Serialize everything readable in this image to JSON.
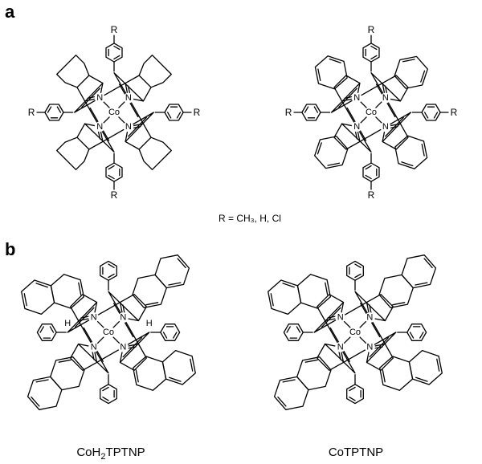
{
  "figure": {
    "panels": [
      {
        "letter": "a"
      },
      {
        "letter": "b"
      }
    ],
    "substituent_definition": "R = CH₃, H, Cl",
    "atoms": {
      "cobalt": "Co",
      "nitrogen": "N",
      "hydrogen": "H",
      "substituent": "R"
    },
    "captions": {
      "left": {
        "main": "CoH",
        "sub": "2",
        "rest": "TPTNP"
      },
      "right": "CoTPTNP"
    }
  }
}
